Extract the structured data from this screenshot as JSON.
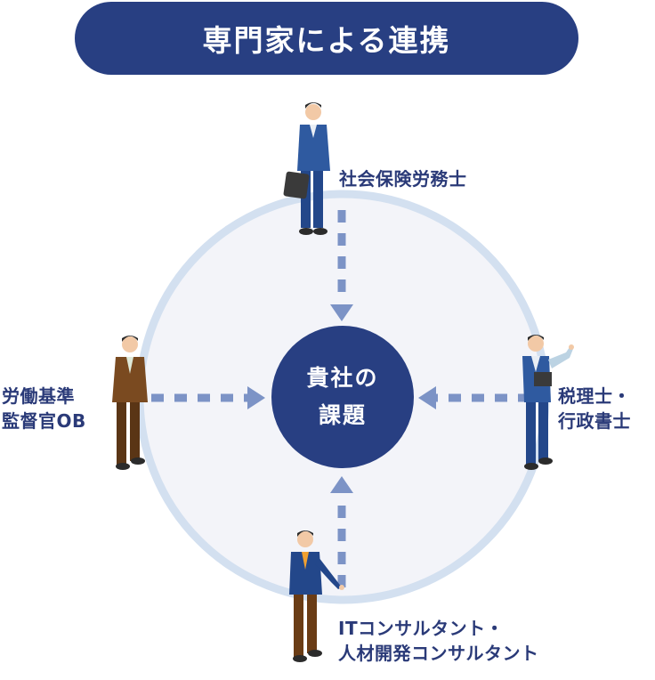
{
  "title": "専門家による連携",
  "center": {
    "line1": "貴社の",
    "line2": "課題"
  },
  "experts": {
    "top": {
      "line1": "社会保険労務士"
    },
    "right": {
      "line1": "税理士・",
      "line2": "行政書士"
    },
    "left": {
      "line1": "労働基準",
      "line2": "監督官OB"
    },
    "bottom": {
      "line1": "ITコンサルタント・",
      "line2": "人材開発コンサルタント"
    }
  },
  "colors": {
    "title_bg": "#283f82",
    "center_circle": "#283f82",
    "ring": "#d3e0f0",
    "ring_fill": "#f3f4f9",
    "arrow": "#7c93c6",
    "text": "#2a3a78"
  }
}
